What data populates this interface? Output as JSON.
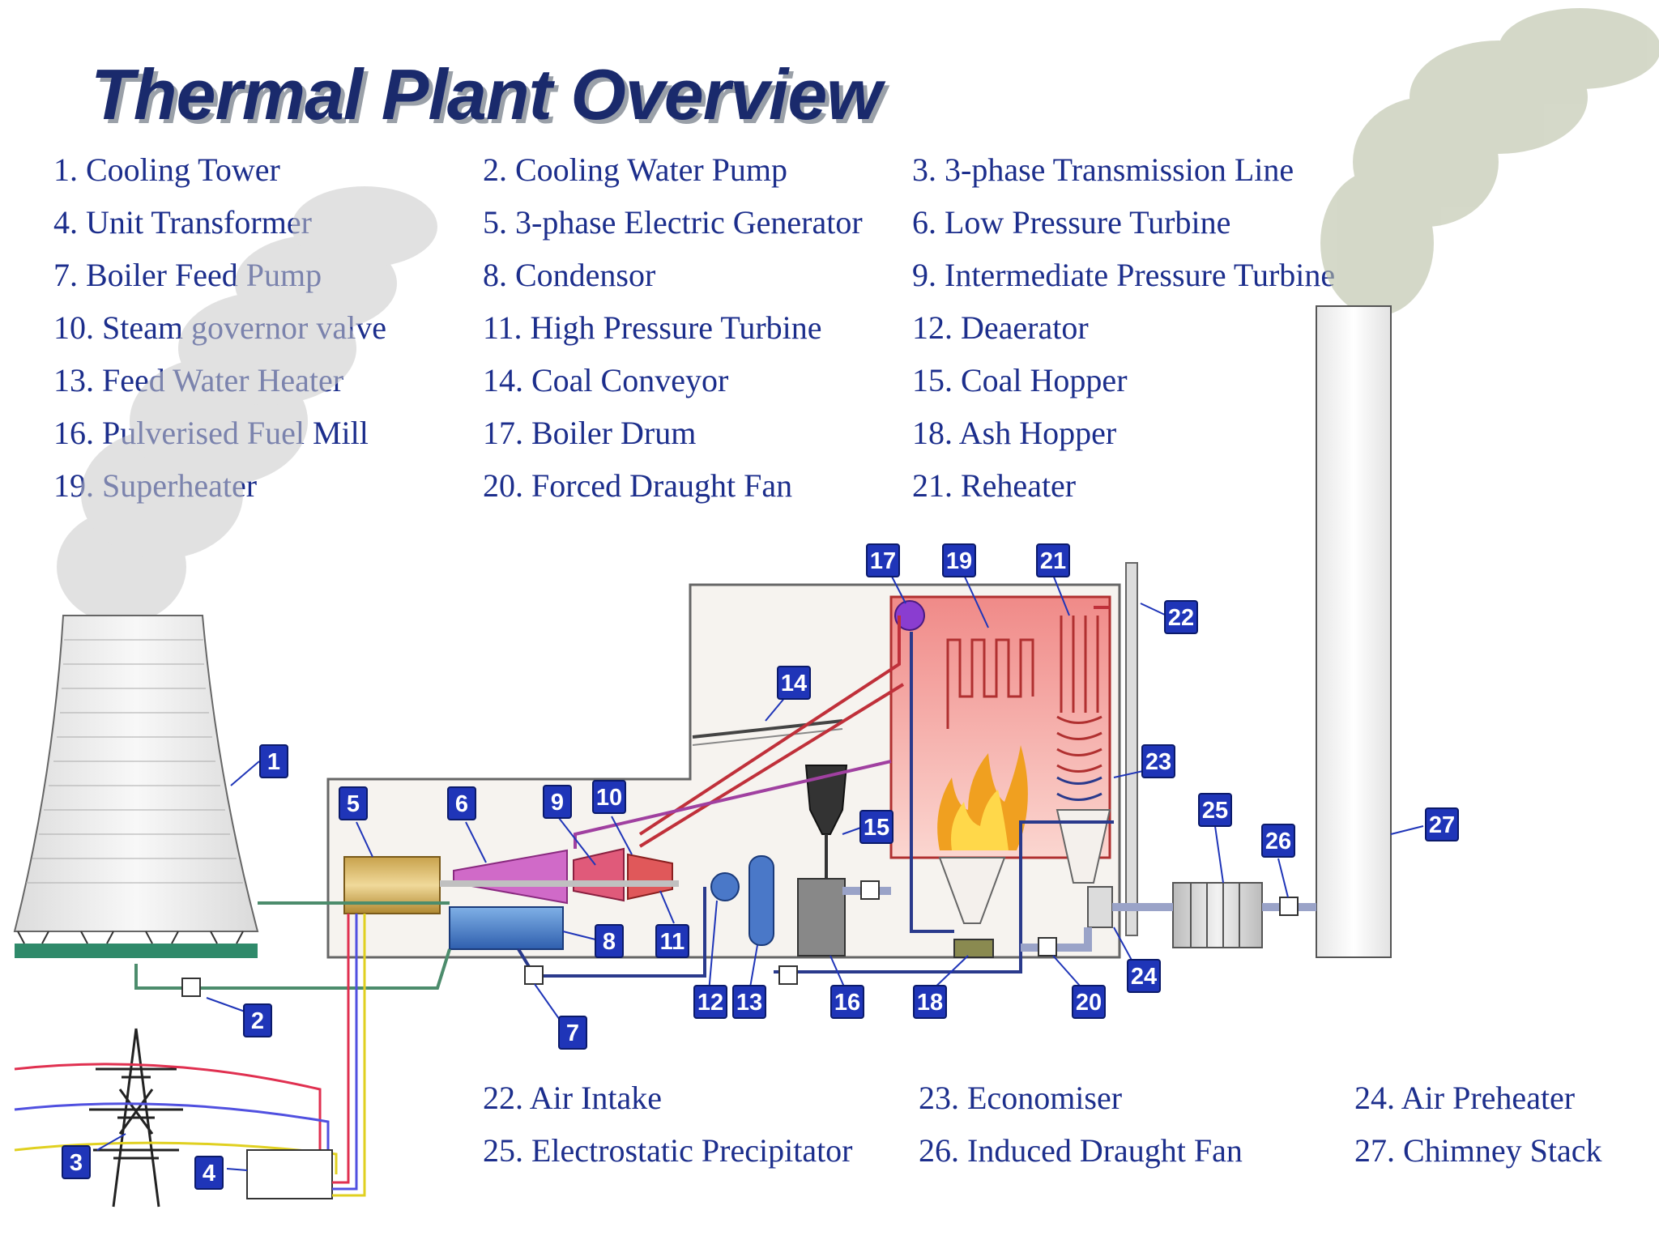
{
  "title": "Thermal Plant Overview",
  "legend_top": [
    "1. Cooling Tower",
    "2. Cooling Water Pump",
    "3. 3-phase Transmission Line",
    "4. Unit Transformer",
    "5. 3-phase Electric Generator",
    "6. Low Pressure Turbine",
    "7. Boiler Feed Pump",
    "8. Condensor",
    "9. Intermediate Pressure Turbine",
    "10. Steam governor valve",
    "11. High Pressure Turbine",
    "12. Deaerator",
    "13. Feed Water Heater",
    "14. Coal Conveyor",
    "15. Coal Hopper",
    "16. Pulverised Fuel Mill",
    "17. Boiler Drum",
    "18. Ash Hopper",
    "19. Superheater",
    "20. Forced Draught Fan",
    "21. Reheater"
  ],
  "legend_bottom": [
    "22. Air Intake",
    "23. Economiser",
    "24. Air Preheater",
    "25. Electrostatic Precipitator",
    "26. Induced Draught Fan",
    "27. Chimney Stack"
  ],
  "badges": [
    "1",
    "2",
    "3",
    "4",
    "5",
    "6",
    "7",
    "8",
    "9",
    "10",
    "11",
    "12",
    "13",
    "14",
    "15",
    "16",
    "17",
    "18",
    "19",
    "20",
    "21",
    "22",
    "23",
    "24",
    "25",
    "26",
    "27"
  ],
  "colors": {
    "title": "#1a2a6c",
    "legend_text": "#1c2e8c",
    "badge_fill": "#1f35b8",
    "steam_red": "#c0303a",
    "water_blue": "#2a3a8c",
    "condenser_green": "#4c8c6c"
  }
}
